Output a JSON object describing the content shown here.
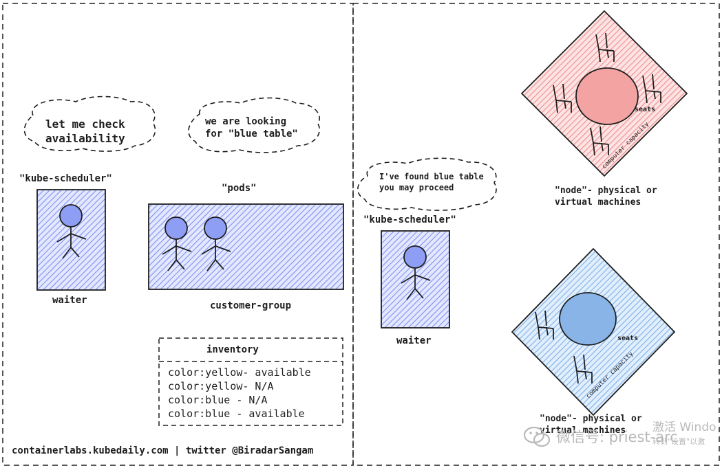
{
  "left": {
    "bubble_waiter": "let me check\navailability",
    "bubble_pods": "we are looking\nfor \"blue table\"",
    "scheduler_label": "\"kube-scheduler\"",
    "pods_label": "\"pods\"",
    "waiter_label": "waiter",
    "customer_group_label": "customer-group",
    "inventory": {
      "title": "inventory",
      "items": [
        "color:yellow- available",
        "color:yellow- N/A",
        "color:blue - N/A",
        "color:blue - available"
      ]
    },
    "footer": "containerlabs.kubedaily.com | twitter @BiradarSangam"
  },
  "right": {
    "bubble_found": "I've found blue table\nyou may proceed",
    "scheduler_label": "\"kube-scheduler\"",
    "waiter_label": "waiter",
    "node_red": {
      "seats_label": "seats",
      "capacity_label": "computer capacity",
      "caption": "\"node\"- physical or\nvirtual machines"
    },
    "node_blue": {
      "seats_label": "seats",
      "capacity_label": "computer capacity",
      "caption": "\"node\"- physical or\nvirtual machines"
    }
  },
  "colors": {
    "blue_fill": "#a5b4fc",
    "red_fill": "#f7a1a1",
    "light_blue_fill": "#9cc3ee",
    "stroke": "#1e1e1e"
  },
  "watermark": {
    "wechat": "微信号: priest-arc",
    "activate": "激活 Windo",
    "settings": "转到\"设置\"以激"
  }
}
